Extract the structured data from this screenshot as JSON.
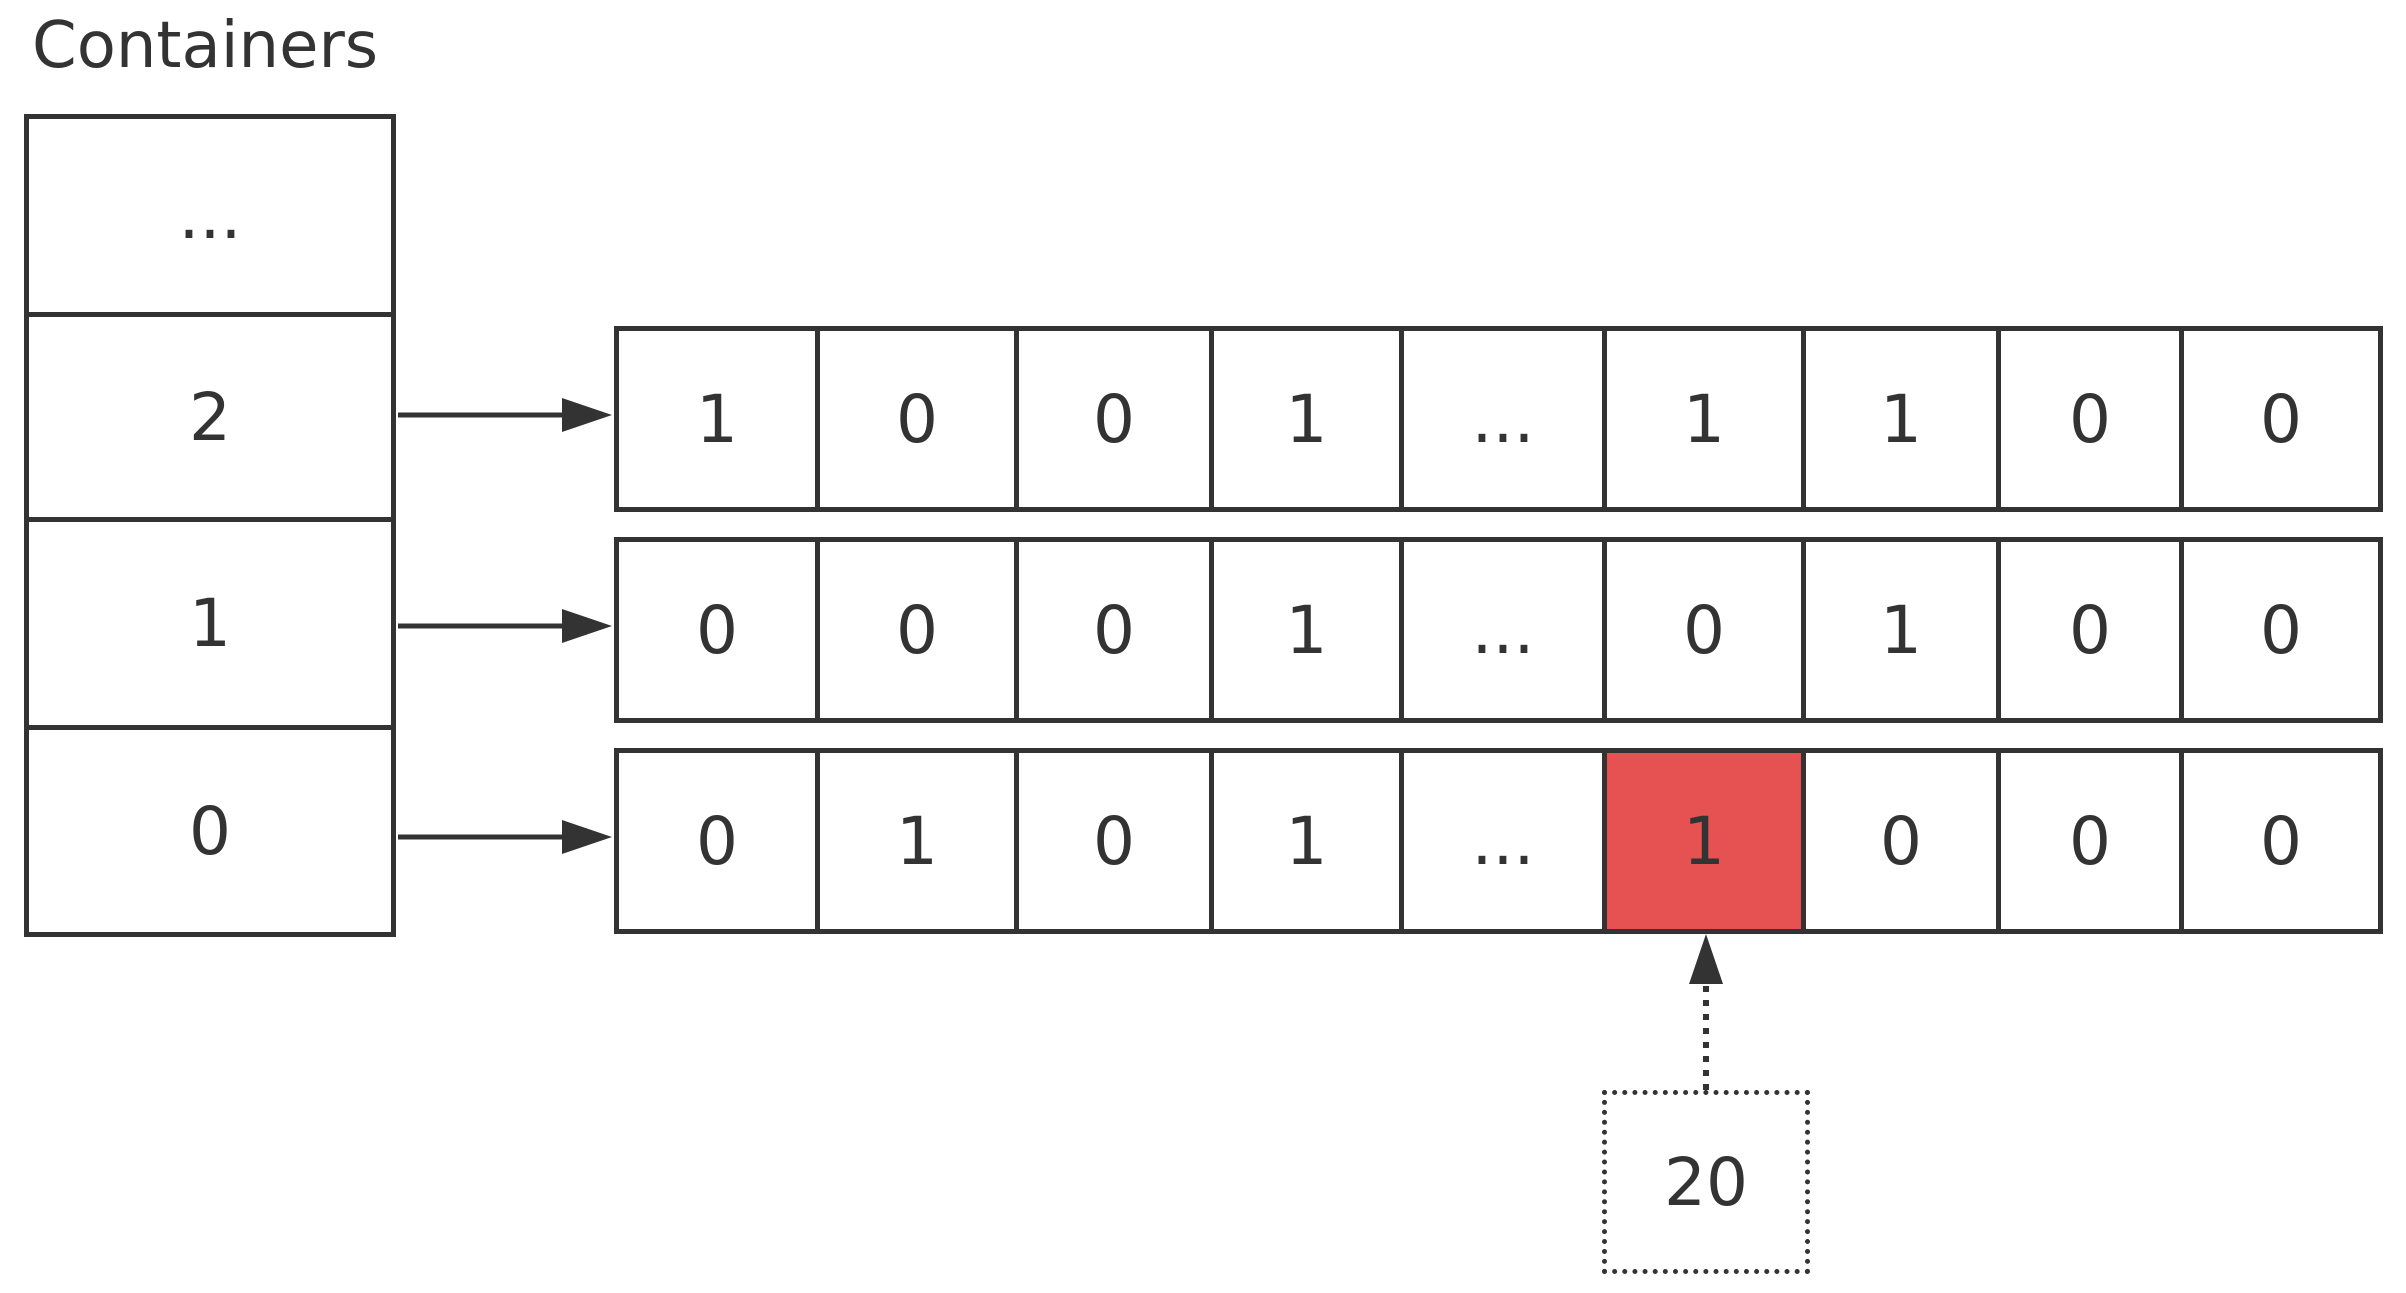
{
  "title": "Containers",
  "containers": [
    "...",
    "2",
    "1",
    "0"
  ],
  "bitmaps": [
    {
      "container": "2",
      "bits": [
        "1",
        "0",
        "0",
        "1",
        "...",
        "1",
        "1",
        "0",
        "0"
      ]
    },
    {
      "container": "1",
      "bits": [
        "0",
        "0",
        "0",
        "1",
        "...",
        "0",
        "1",
        "0",
        "0"
      ]
    },
    {
      "container": "0",
      "bits": [
        "0",
        "1",
        "0",
        "1",
        "...",
        "1",
        "0",
        "0",
        "0"
      ]
    }
  ],
  "highlight": {
    "row": 2,
    "column": 5,
    "color": "#e65151"
  },
  "index_label": "20",
  "colors": {
    "stroke": "#333333",
    "background": "#ffffff",
    "highlight": "#e65151"
  }
}
